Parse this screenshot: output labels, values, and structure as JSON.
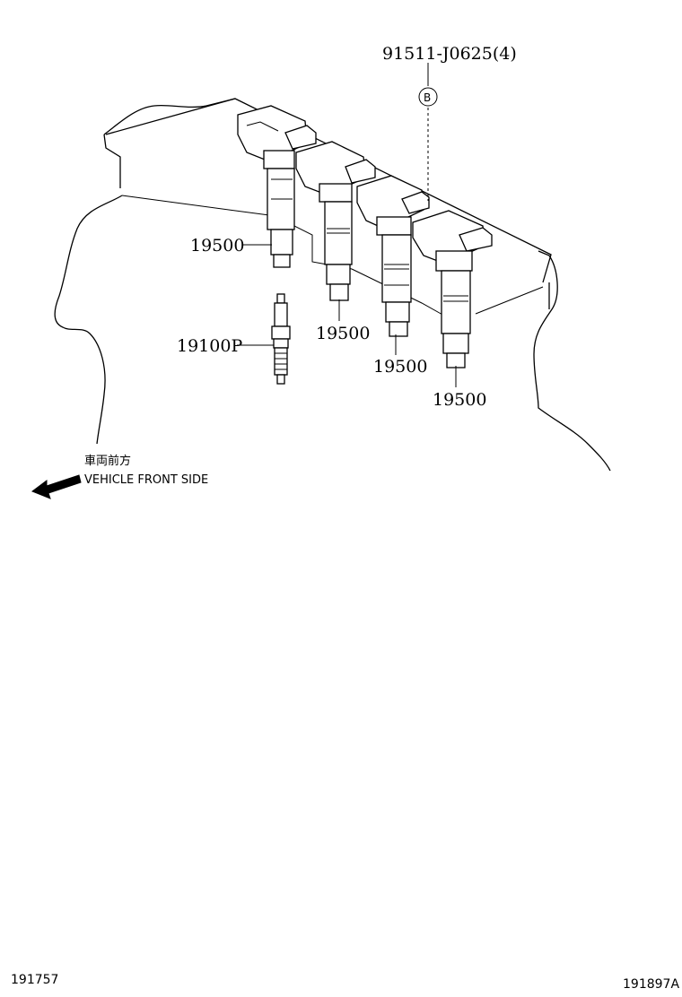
{
  "callouts": {
    "bolt": "91511-J0625(4)",
    "bolt_marker": "B",
    "coil_1": "19500",
    "coil_2": "19500",
    "coil_3": "19500",
    "coil_4": "19500",
    "spark_plug": "19100P"
  },
  "direction": {
    "japanese": "車両前方",
    "english": "VEHICLE FRONT SIDE",
    "icon": "arrow-left-icon"
  },
  "footer": {
    "left_code": "191757",
    "right_code": "191897A"
  }
}
